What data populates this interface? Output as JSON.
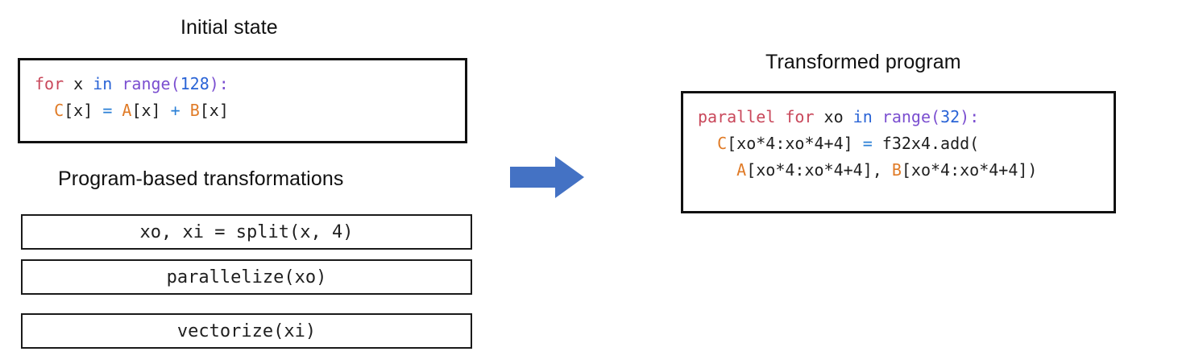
{
  "headings": {
    "initial_state": "Initial state",
    "transformations": "Program-based transformations",
    "transformed_program": "Transformed program"
  },
  "initial_state_code": {
    "line1": {
      "kw_for": "for",
      "var_x": " x ",
      "kw_in": "in",
      "fn_range": " range",
      "paren_open": "(",
      "num": "128",
      "paren_close": "):"
    },
    "line2": {
      "indent": "  ",
      "c": "C",
      "c_idx": "[x] ",
      "eq": "=",
      "a_space": " ",
      "a": "A",
      "a_idx": "[x] ",
      "plus": "+",
      "b_space": " ",
      "b": "B",
      "b_idx": "[x]"
    },
    "plain_text": "for x in range(128):\n  C[x] = A[x] + B[x]"
  },
  "transformed_code": {
    "line1": {
      "kw_parallel_for": "parallel for",
      "var_xo": " xo ",
      "kw_in": "in",
      "fn_range": " range",
      "paren_open": "(",
      "num": "32",
      "paren_close": "):"
    },
    "line2": {
      "indent": "  ",
      "c": "C",
      "c_idx": "[xo*4:xo*4+4] ",
      "eq": "=",
      "call": " f32x4.add("
    },
    "line3": {
      "indent": "    ",
      "a": "A",
      "a_idx": "[xo*4:xo*4+4], ",
      "b": "B",
      "b_idx": "[xo*4:xo*4+4])"
    },
    "plain_text": "parallel for xo in range(32):\n  C[xo*4:xo*4+4] = f32x4.add(\n    A[xo*4:xo*4+4], B[xo*4:xo*4+4])"
  },
  "transformations": [
    {
      "label": "xo, xi = split(x, 4)"
    },
    {
      "label": "parallelize(xo)"
    },
    {
      "label": "vectorize(xi)"
    }
  ],
  "arrow": {
    "name": "right-arrow",
    "color": "#4472C4"
  },
  "colors": {
    "keyword": "#c9485b",
    "operator_keyword": "#2a64d6",
    "function": "#7b4fd0",
    "number": "#2a64d6",
    "operator": "#2a7fd6",
    "variable": "#e07b27",
    "text": "#1f1f1f",
    "box_border": "#111111",
    "background": "#ffffff"
  }
}
